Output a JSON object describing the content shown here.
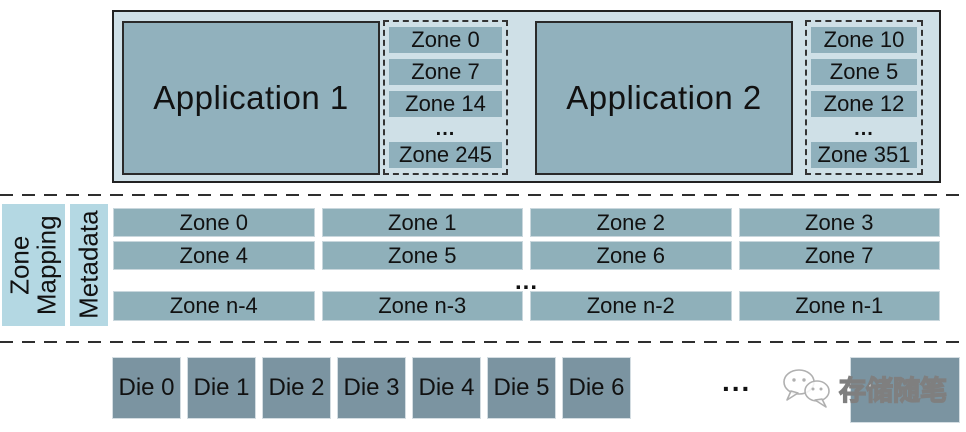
{
  "top": {
    "app1": {
      "label": "Application 1",
      "zones": [
        "Zone 0",
        "Zone 7",
        "Zone 14",
        "...",
        "Zone 245"
      ]
    },
    "app2": {
      "label": "Application 2",
      "zones": [
        "Zone 10",
        "Zone 5",
        "Zone 12",
        "...",
        "Zone 351"
      ]
    }
  },
  "mapping": {
    "zone_mapping_label": "Zone\nMapping",
    "metadata_label": "Metadata",
    "rows": [
      [
        "Zone 0",
        "Zone 1",
        "Zone 2",
        "Zone 3"
      ],
      [
        "Zone 4",
        "Zone 5",
        "Zone 6",
        "Zone 7"
      ],
      [
        "Zone n-4",
        "Zone n-3",
        "Zone n-2",
        "Zone n-1"
      ]
    ],
    "ellipsis": "..."
  },
  "dies": {
    "labels": [
      "Die 0",
      "Die 1",
      "Die 2",
      "Die 3",
      "Die 4",
      "Die 5",
      "Die 6"
    ],
    "ellipsis": "..."
  },
  "watermark": {
    "text": "存储随笔",
    "icon": "wechat-chat-bubbles-icon"
  },
  "colors": {
    "host_panel_bg": "#cfe0e7",
    "app_box_fill": "#91b1bd",
    "zone_chip_fill": "#8fb0bc",
    "mapping_label_fill": "#b4d8e3",
    "zone_row_fill": "#8fb0ba",
    "die_fill": "#7b94a1",
    "border_dark": "#222222",
    "background": "#ffffff"
  }
}
